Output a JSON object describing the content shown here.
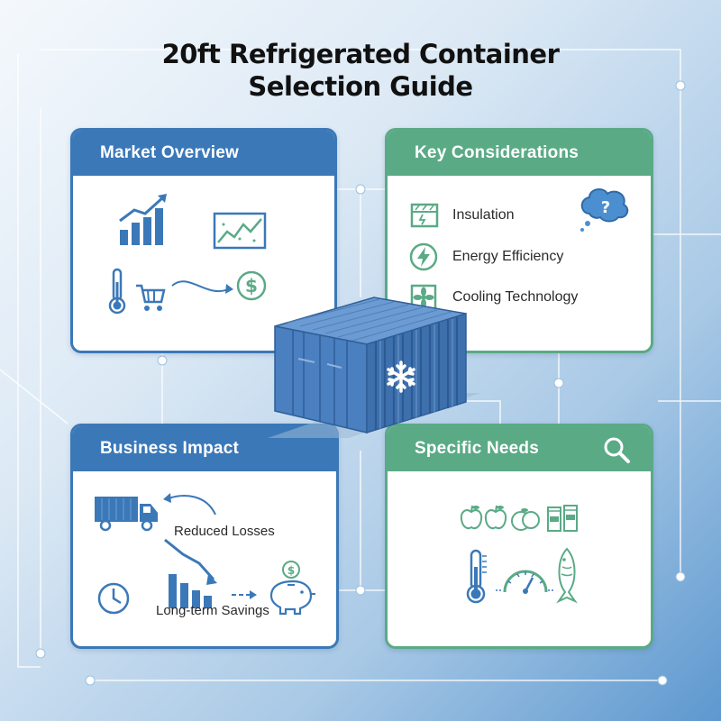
{
  "title": {
    "line1": "20ft Refrigerated Container",
    "line2": "Selection Guide"
  },
  "colors": {
    "blue": "#3b78b8",
    "green": "#5aaa86",
    "container": "#3b6fae"
  },
  "cards": {
    "market_overview": {
      "title": "Market Overview",
      "icons": [
        "bar-chart-up-icon",
        "line-chart-icon",
        "thermometer-icon",
        "shopping-cart-icon",
        "dollar-icon"
      ]
    },
    "key_considerations": {
      "title": "Key Considerations",
      "items": [
        {
          "label": "Insulation",
          "icon": "insulation-icon"
        },
        {
          "label": "Energy Efficiency",
          "icon": "lightning-icon"
        },
        {
          "label": "Cooling Technology",
          "icon": "fan-icon"
        }
      ],
      "extra_icon": "question-bubble-icon"
    },
    "business_impact": {
      "title": "Business Impact",
      "labels": {
        "reduced_losses": "Reduced Losses",
        "savings": "Long-term Savings"
      },
      "icons": [
        "truck-icon",
        "bar-chart-down-icon",
        "piggy-bank-icon",
        "clock-icon"
      ]
    },
    "specific_needs": {
      "title": "Specific Needs",
      "icons": [
        "search-icon",
        "apple-icon",
        "orange-icon",
        "dairy-icon",
        "thermometer-icon",
        "gauge-icon",
        "fish-icon"
      ]
    }
  },
  "center": {
    "icon": "snowflake-icon"
  }
}
